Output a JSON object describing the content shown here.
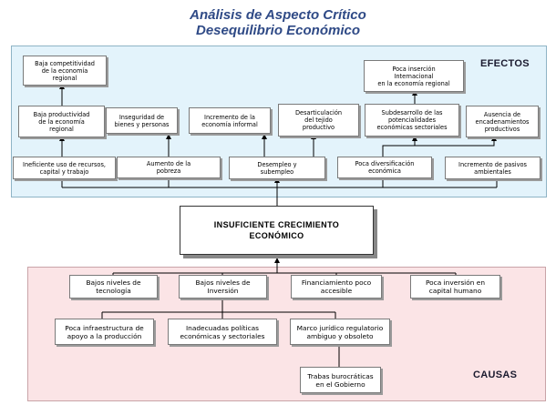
{
  "title": {
    "line1": "Análisis de Aspecto Crítico",
    "line2": "Desequilibrio Económico"
  },
  "labels": {
    "effects": "EFECTOS",
    "causes": "CAUSAS"
  },
  "center": "INSUFICIENTE CRECIMIENTO\nECONÓMICO",
  "effects": {
    "baja_competitividad": "Baja competitividad\nde la economía\nregional",
    "baja_productividad": "Baja productividad\nde la economía\nregional",
    "inseguridad": "Inseguridad de\nbienes y personas",
    "incremento_informal": "Incremento de la\neconomía informal",
    "desarticulacion": "Desarticulación\ndel tejido\nproductivo",
    "subdesarrollo": "Subdesarrollo de las\npotencialidades\neconómicas sectoriales",
    "ausencia_encadenamientos": "Ausencia de\nencadenamientos\nproductivos",
    "poca_insercion": "Poca inserción\nInternacional\nen la economía regional",
    "ineficiente_uso": "Ineficiente uso de recursos,\ncapital y trabajo",
    "aumento_pobreza": "Aumento de la\npobreza",
    "desempleo": "Desempleo y\nsubempleo",
    "poca_diversificacion": "Poca diversificación\neconómica",
    "pasivos_ambientales": "Incremento de pasivos\nambientales"
  },
  "causes": {
    "bajos_tecnologia": "Bajos niveles de\ntecnología",
    "bajos_inversion": "Bajos niveles de\nInversión",
    "financiamiento": "Financiamiento poco\naccesible",
    "poca_inversion_ch": "Poca inversión en\ncapital humano",
    "infraestructura": "Poca infraestructura de\napoyo a la producción",
    "politicas": "Inadecuadas políticas\neconómicas y sectoriales",
    "marco_juridico": "Marco jurídico regulatorio\nambiguo y obsoleto",
    "trabas": "Trabas burocráticas\nen el Gobierno"
  }
}
